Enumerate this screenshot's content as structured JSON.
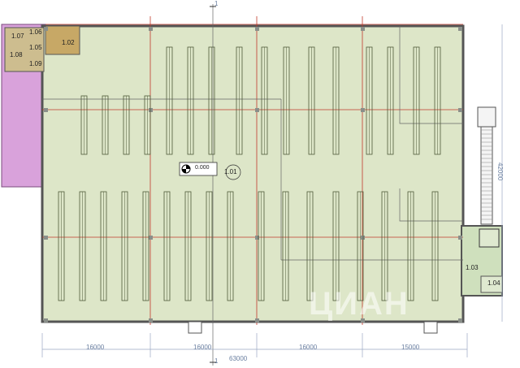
{
  "rooms": {
    "r101": "1.01",
    "r102": "1.02",
    "r103": "1.03",
    "r104": "1.04",
    "r105": "1.05",
    "r106": "1.06",
    "r107": "1.07",
    "r108": "1.08",
    "r109": "1.09"
  },
  "elevation": "0.000",
  "dimensions": {
    "bay1": "16000",
    "bay2": "16000",
    "bay3": "16000",
    "bay4": "15000",
    "total_width": "63000",
    "total_height": "42000"
  },
  "axis_marker": "1",
  "watermark": "ЦИАН",
  "colors": {
    "floor": "#dde6c8",
    "wall": "#555555",
    "grid_red": "#c0392b",
    "pink_zone": "#d9a2db",
    "brown_room": "#b79a5e",
    "rack": "#4f5a3a"
  }
}
